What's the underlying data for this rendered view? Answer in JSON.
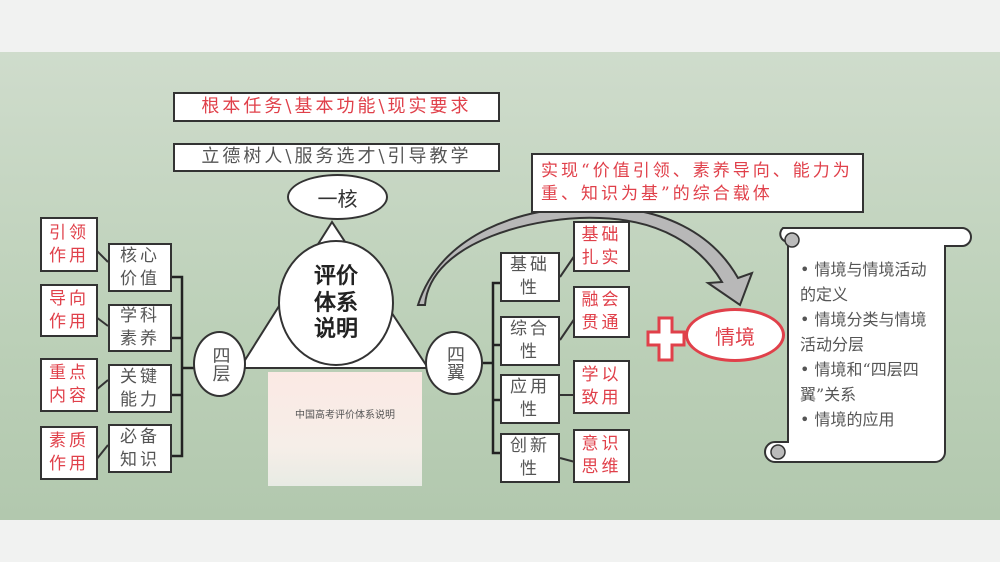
{
  "top_box_red": "根本任务\\基本功能\\现实要求",
  "top_box_gray": "立德树人\\服务选才\\引导教学",
  "core": "一核",
  "center": "评价体系说明",
  "center_lines": [
    "评价",
    "体系",
    "说明"
  ],
  "four_layers": "四层",
  "four_wings": "四翼",
  "book_title": "中国高考评价体系说明",
  "left": {
    "roles": [
      "引领作用",
      "导向作用",
      "重点内容",
      "素质作用"
    ],
    "layers": [
      "核心价值",
      "学科素养",
      "关键能力",
      "必备知识"
    ]
  },
  "right": {
    "wings": [
      "基础性",
      "综合性",
      "应用性",
      "创新性"
    ],
    "notes": [
      "基础扎实",
      "融会贯通",
      "学以致用",
      "意识思维"
    ]
  },
  "carrier_text": "实现“价值引领、素养导向、能力为重、知识为基”的综合载体",
  "situation": "情境",
  "scroll_items": [
    "• 情境与情境活动的定义",
    "• 情境分类与情境活动分层",
    "• 情境和“四层四翼”关系",
    "• 情境的应用"
  ],
  "colors": {
    "red": "#e0404a",
    "gray_text": "#555555",
    "slide_bg": "#c2d4be"
  }
}
